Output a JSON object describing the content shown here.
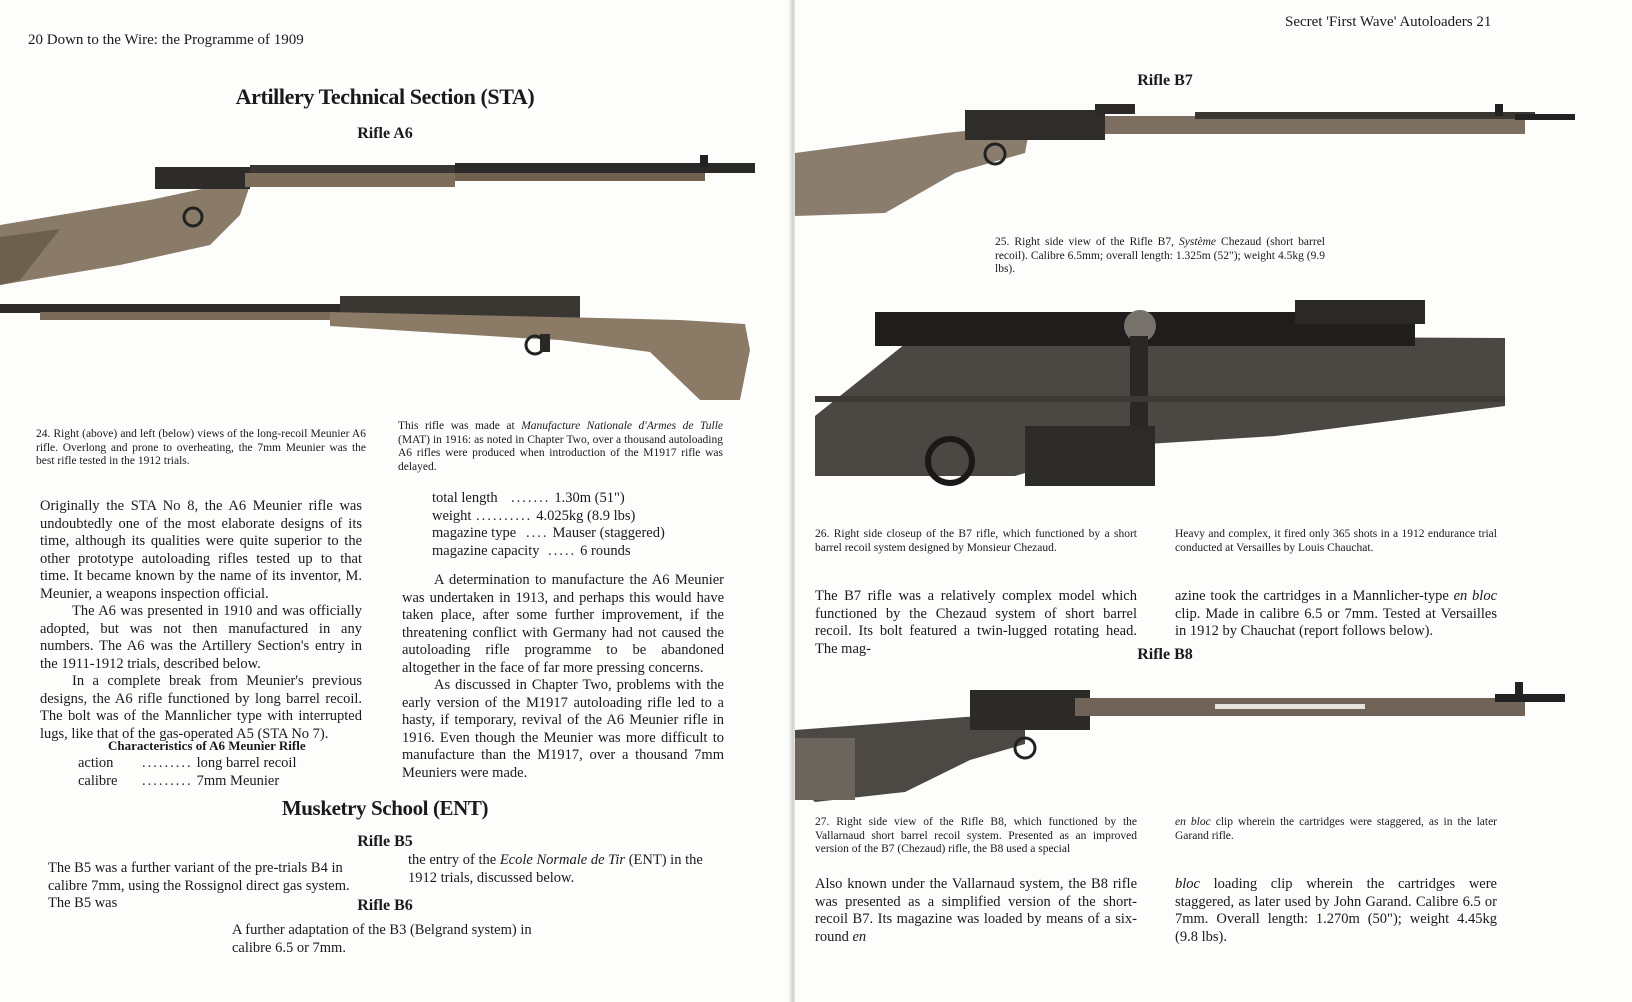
{
  "left_page": {
    "running_head": "20 Down to the Wire: the Programme of 1909",
    "section_title": "Artillery Technical Section (STA)",
    "rifle_a6_heading": "Rifle A6",
    "caption_24": "24. Right (above) and left (below) views of the long-recoil Meunier A6 rifle. Overlong and prone to overheating, the 7mm Meunier was the best rifle tested in the 1912 trials.",
    "caption_24b_pre": "This rifle was made at ",
    "caption_24b_italic": "Manufacture Nationale d'Armes de Tulle",
    "caption_24b_post": " (MAT) in 1916: as noted in Chapter Two, over a thousand autoloading A6 rifles were produced when introduction of the M1917 rifle was delayed.",
    "col1_paragraphs": [
      "Originally the STA No 8, the A6 Meunier rifle was undoubtedly one of the most elaborate designs of its time, although its qualities were quite superior to the other prototype autoloading rifles tested up to that time. It became known by the name of its inventor, M. Meunier, a weapons inspection official.",
      "The A6 was presented in 1910 and was officially adopted, but was not then manufactured in any numbers. The A6 was the Artillery Section's entry in the 1911-1912 trials, described below.",
      "In a complete break from Meunier's previous designs, the A6 rifle functioned by long barrel recoil. The bolt was of the Mannlicher type with interrupted lugs, like that of the gas-operated A5 (STA No 7)."
    ],
    "characteristics_title": "Characteristics of A6 Meunier Rifle",
    "specs_col1": [
      {
        "key": "action",
        "value": "long barrel recoil"
      },
      {
        "key": "calibre",
        "value": "7mm Meunier"
      }
    ],
    "specs_col2": [
      {
        "key": "total length",
        "value": "1.30m (51\")"
      },
      {
        "key": "weight",
        "value": "4.025kg (8.9 lbs)"
      },
      {
        "key": "magazine type",
        "value": "Mauser (staggered)"
      },
      {
        "key": "magazine capacity",
        "value": "6 rounds"
      }
    ],
    "col2_paragraphs": [
      "A determination to manufacture the A6 Meunier was undertaken in 1913, and perhaps this would have taken place, after some further improvement, if the threatening conflict with Germany had not caused the autoloading rifle programme to be abandoned altogether in the face of far more pressing concerns.",
      "As discussed in Chapter Two, problems with the early version of the M1917 autoloading rifle led to a hasty, if temporary, revival of the A6 Meunier rifle in 1916. Even though the Meunier was more difficult to manufacture than the M1917, over a thousand 7mm Meuniers were made."
    ],
    "musketry_title": "Musketry School (ENT)",
    "rifle_b5_heading": "Rifle B5",
    "b5_col1": "The B5 was a further variant of the pre-trials B4 in calibre 7mm, using the Rossignol direct gas system. The B5 was",
    "b5_col2_pre": "the entry of the ",
    "b5_col2_italic": "Ecole Normale de Tir",
    "b5_col2_post": " (ENT) in the 1912 trials, discussed below.",
    "rifle_b6_heading": "Rifle B6",
    "b6_text": "A further adaptation of the B3 (Belgrand system) in calibre 6.5 or 7mm."
  },
  "right_page": {
    "running_head": "Secret 'First Wave' Autoloaders 21",
    "rifle_b7_heading": "Rifle B7",
    "caption_25_pre": "25. Right side view of the Rifle B7, ",
    "caption_25_italic": "Système",
    "caption_25_post": " Chezaud (short barrel recoil). Calibre 6.5mm; overall length: 1.325m (52\"); weight 4.5kg (9.9 lbs).",
    "caption_26a": "26. Right side closeup of the B7 rifle, which functioned by a short barrel recoil system designed by Monsieur Chezaud.",
    "caption_26b": "Heavy and complex, it fired only 365 shots in a 1912 endurance trial conducted at Versailles by Louis Chauchat.",
    "b7_col1": "The B7 rifle was a relatively complex model which functioned by the Chezaud system of short barrel recoil. Its bolt featured a twin-lugged rotating head. The mag-",
    "b7_col2_pre": "azine took the cartridges in a Mannlicher-type ",
    "b7_col2_italic": "en bloc",
    "b7_col2_post": " clip. Made in calibre 6.5 or 7mm. Tested at Versailles in 1912 by Chauchat (report follows below).",
    "rifle_b8_heading": "Rifle B8",
    "caption_27a": "27. Right side view of the Rifle B8, which functioned by the Vallarnaud short barrel recoil system. Presented as an improved version of the B7 (Chezaud) rifle, the B8 used a special",
    "caption_27b_italic": "en bloc",
    "caption_27b_post": " clip wherein the cartridges were staggered, as in the later Garand rifle.",
    "b8_col1_pre": "Also known under the Vallarnaud system, the B8 rifle was presented as a simplified version of the short-recoil B7. Its magazine was loaded by means of a six-round ",
    "b8_col1_italic": "en",
    "b8_col2_italic": "bloc",
    "b8_col2_post": " loading clip wherein the cartridges were staggered, as later used by John Garand. Calibre 6.5 or 7mm. Overall length: 1.270m (50\"); weight 4.45kg (9.8 lbs)."
  },
  "colors": {
    "paper": "#fdfdfc",
    "ink": "#1a1a1a",
    "wood": "#7a6b5c",
    "metal": "#2b2a28"
  }
}
